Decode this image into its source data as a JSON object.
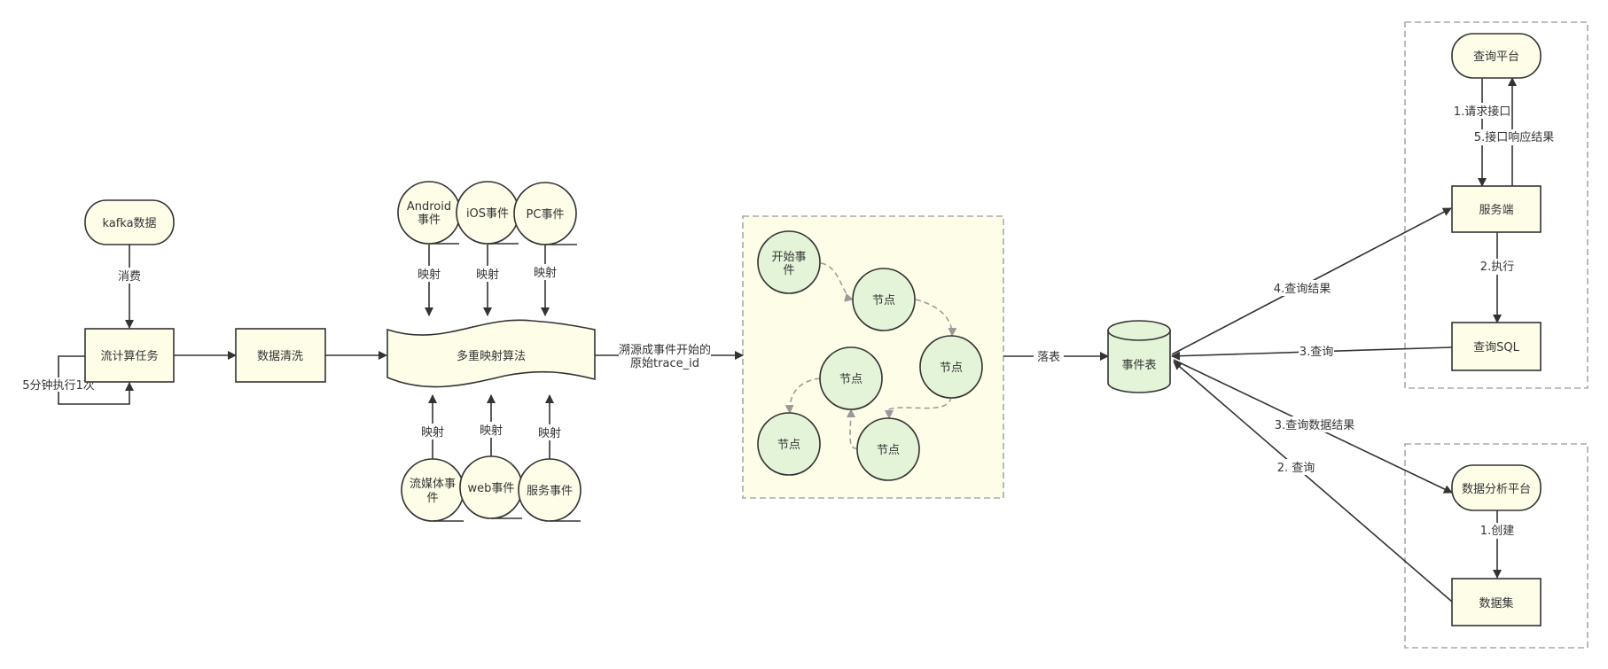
{
  "colors": {
    "node_fill": "#fdfde8",
    "event_node_fill": "#e3f4d9",
    "stroke": "#333333",
    "dashed_edge": "#999999",
    "group_border": "#aaaaaa"
  },
  "nodes": {
    "kafka": "kafka数据",
    "stream_task": "流计算任务",
    "data_clean": "数据清洗",
    "multi_mapping": "多重映射算法",
    "android": [
      "Android",
      "事件"
    ],
    "ios": "iOS事件",
    "pc": "PC事件",
    "streaming_media": [
      "流媒体事",
      "件"
    ],
    "web": "web事件",
    "service": "服务事件",
    "start_event": [
      "开始事",
      "件"
    ],
    "node": "节点",
    "event_table": "事件表",
    "query_platform": "查询平台",
    "server": "服务端",
    "query_sql": "查询SQL",
    "data_analysis_platform": "数据分析平台",
    "dataset": "数据集"
  },
  "edges": {
    "consume": "消费",
    "every_5min": "5分钟执行1次",
    "mapping": "映射",
    "trace_source": [
      "溯源成事件开始的",
      "原始trace_id"
    ],
    "land_table": "落表",
    "query_result_4": "4.查询结果",
    "query_3": "3.查询",
    "query_data_result_3": "3.查询数据结果",
    "query_2": "2. 查询",
    "request_api_1": "1.请求接口",
    "api_response_5": "5.接口响应结果",
    "execute_2": "2.执行",
    "create_1": "1.创建"
  }
}
